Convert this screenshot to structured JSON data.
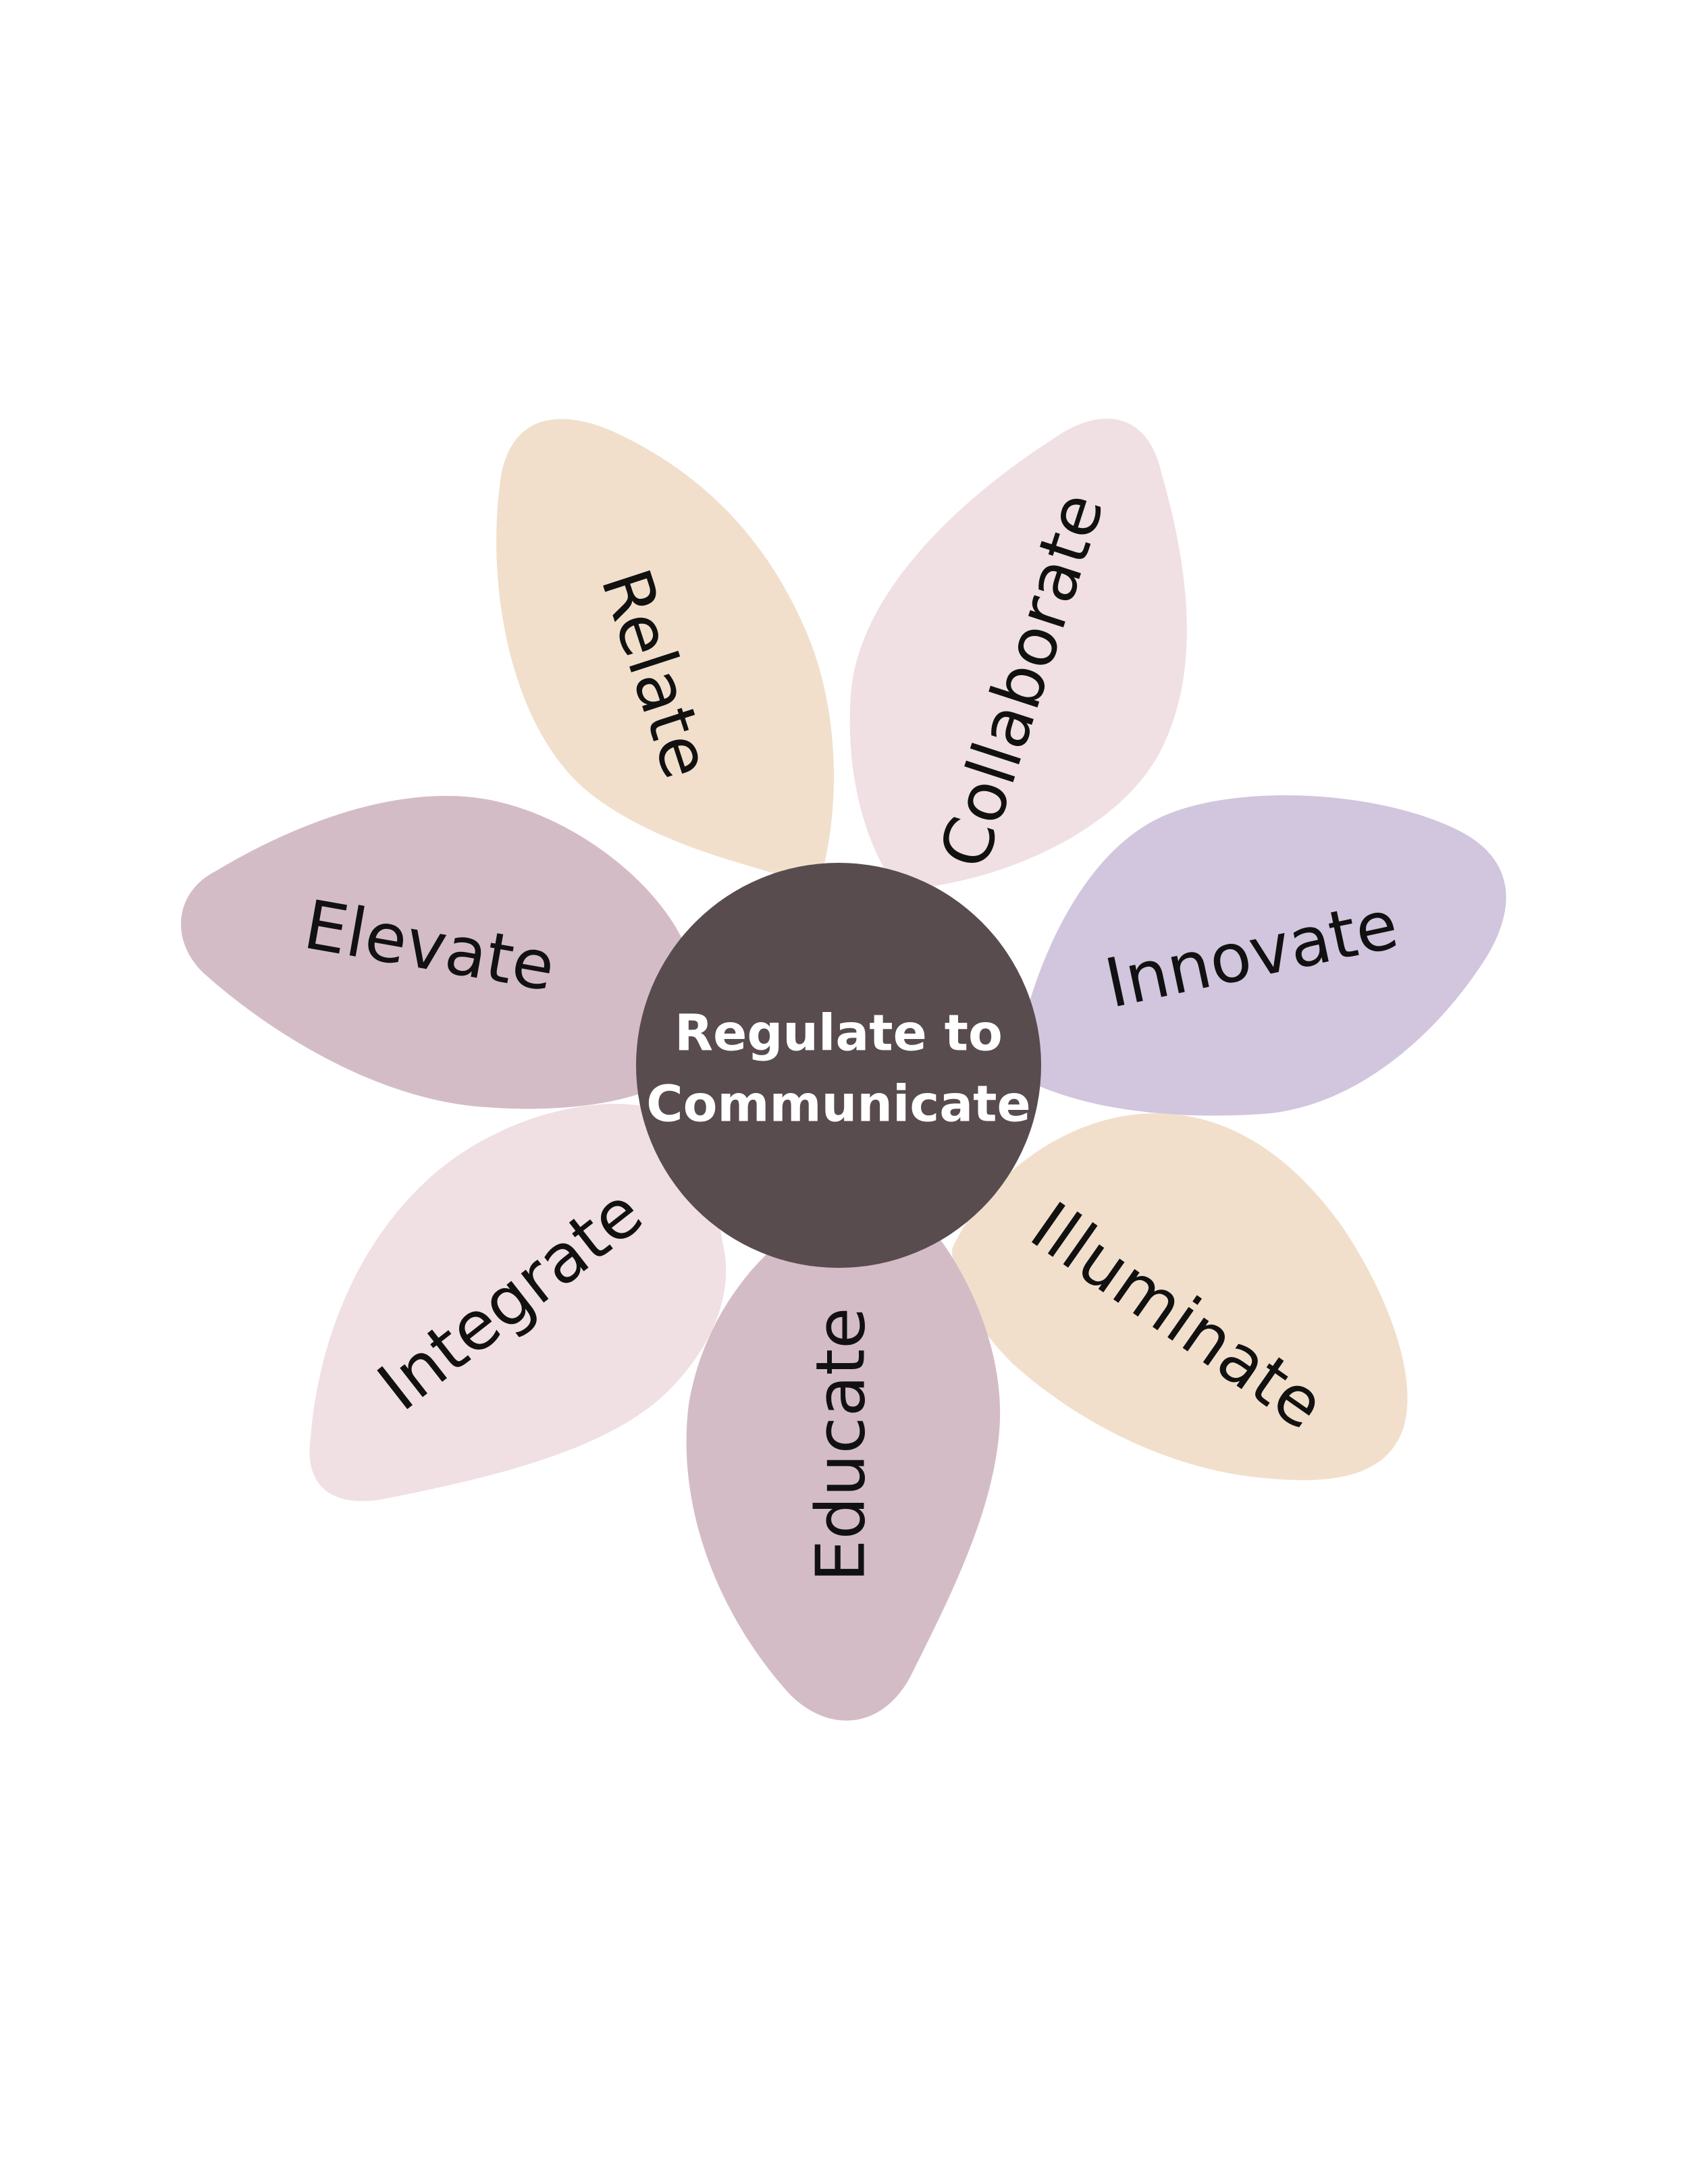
{
  "diagram": {
    "center": {
      "line1": "Regulate to",
      "line2": "Communicate",
      "color": "#584c4f"
    },
    "petals": [
      {
        "label": "Relate",
        "color": "#f1dfcc"
      },
      {
        "label": "Collaborate",
        "color": "#f0e0e3"
      },
      {
        "label": "Innovate",
        "color": "#d1c6dd"
      },
      {
        "label": "Illuminate",
        "color": "#f1dfcc"
      },
      {
        "label": "Educate",
        "color": "#d4bcc7"
      },
      {
        "label": "Integrate",
        "color": "#f0e0e3"
      },
      {
        "label": "Elevate",
        "color": "#d4bcc7"
      }
    ]
  }
}
